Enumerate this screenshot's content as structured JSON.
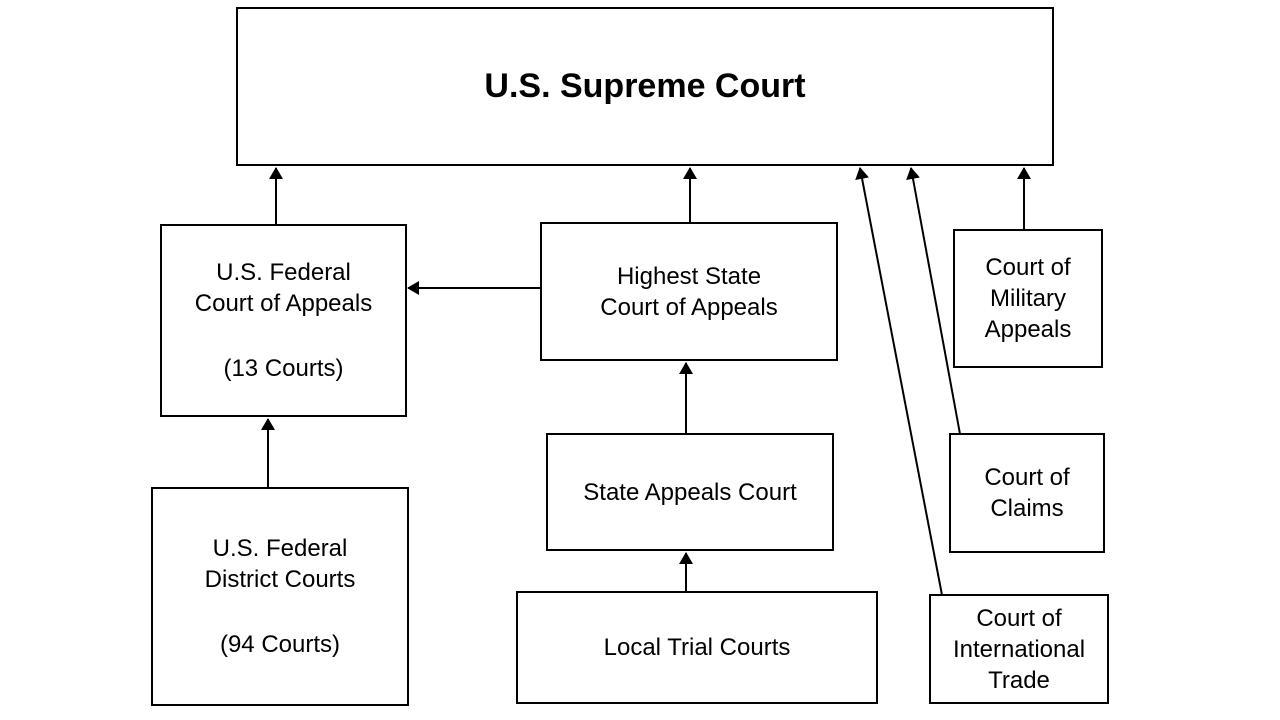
{
  "nodes": {
    "supreme": {
      "lines": [
        "U.S. Supreme Court"
      ]
    },
    "federal_appeals": {
      "lines": [
        "U.S. Federal",
        "Court of Appeals"
      ],
      "note": "(13 Courts)"
    },
    "highest_state": {
      "lines": [
        "Highest State",
        "Court of Appeals"
      ]
    },
    "military": {
      "lines": [
        "Court of",
        "Military",
        "Appeals"
      ]
    },
    "district": {
      "lines": [
        "U.S. Federal",
        "District Courts"
      ],
      "note": "(94 Courts)"
    },
    "state_appeals": {
      "lines": [
        "State Appeals Court"
      ]
    },
    "claims": {
      "lines": [
        "Court of",
        "Claims"
      ]
    },
    "local_trial": {
      "lines": [
        "Local Trial Courts"
      ]
    },
    "intl_trade": {
      "lines": [
        "Court of",
        "International",
        "Trade"
      ]
    }
  },
  "edges": [
    {
      "from": "federal_appeals",
      "to": "supreme"
    },
    {
      "from": "highest_state",
      "to": "supreme"
    },
    {
      "from": "intl_trade",
      "to": "supreme"
    },
    {
      "from": "claims",
      "to": "supreme"
    },
    {
      "from": "military",
      "to": "supreme"
    },
    {
      "from": "highest_state",
      "to": "federal_appeals"
    },
    {
      "from": "district",
      "to": "federal_appeals"
    },
    {
      "from": "state_appeals",
      "to": "highest_state"
    },
    {
      "from": "local_trial",
      "to": "state_appeals"
    }
  ]
}
